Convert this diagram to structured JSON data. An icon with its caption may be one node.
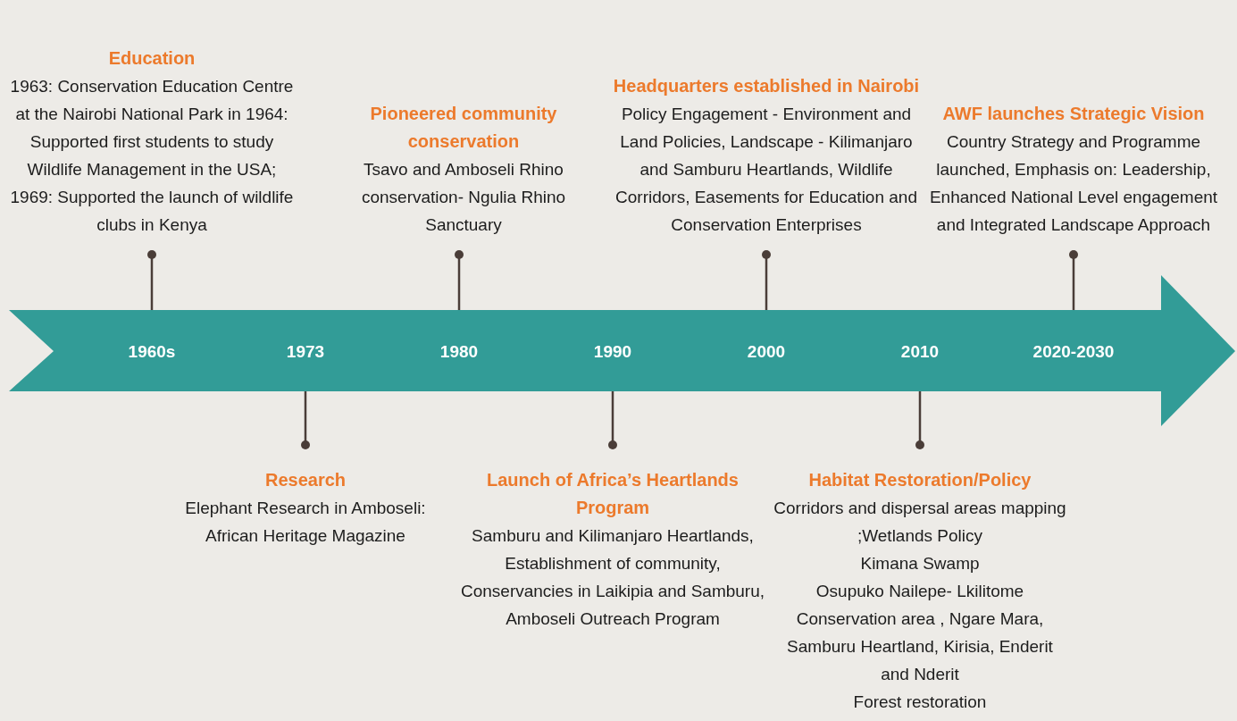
{
  "diagram": {
    "nodes": [
      {
        "text": [],
        "shape": "arrow"
      },
      {
        "text": [
          "1960s"
        ],
        "in": 0
      },
      {
        "text": [
          "1973"
        ],
        "in": 0
      },
      {
        "text": [
          "1980"
        ],
        "in": 0
      },
      {
        "text": [
          "1990"
        ],
        "in": 0
      },
      {
        "text": [
          "2000"
        ],
        "in": 0
      },
      {
        "text": [
          "2010"
        ],
        "in": 0
      },
      {
        "text": [
          "2020-2030"
        ],
        "in": 0
      },
      {
        "text": [
          "Education",
          "1963: Conservation Education Centre at the Nairobi National Park in 1964: Supported first students to study Wildlife Management in the USA;",
          "1969: Supported the launch of wildlife clubs in Kenya"
        ]
      },
      {
        "text": [
          "Research",
          "Elephant Research in Amboseli:",
          "African Heritage Magazine"
        ]
      },
      {
        "text": [
          "Pioneered community conservation",
          "Tsavo and Amboseli Rhino conservation- Ngulia Rhino Sanctuary"
        ]
      },
      {
        "text": [
          "Launch of Africa’s Heartlands Program",
          "Samburu and Kilimanjaro Heartlands, Establishment of community, Conservancies in Laikipia and Samburu, Amboseli Outreach Program"
        ]
      },
      {
        "text": [
          "Headquarters established in Nairobi",
          "Policy Engagement - Environment and Land Policies, Landscape - Kilimanjaro and Samburu Heartlands, Wildlife Corridors, Easements for Education and Conservation Enterprises"
        ]
      },
      {
        "text": [
          "Habitat Restoration/Policy",
          "Corridors and dispersal areas mapping ;Wetlands Policy",
          "Kimana Swamp",
          "Osupuko Nailepe- Lkilitome Conservation area , Ngare Mara, Samburu Heartland, Kirisia, Enderit and Nderit",
          "Forest restoration"
        ]
      },
      {
        "text": [
          "AWF launches Strategic Vision",
          "Country Strategy and Programme launched, Emphasis on: Leadership, Enhanced National Level engagement and Integrated Landscape Approach"
        ]
      }
    ],
    "edges": [
      {
        "from": 8,
        "to": 1,
        "arrow": "other"
      },
      {
        "from": 9,
        "to": 2,
        "arrow": "other"
      },
      {
        "from": 10,
        "to": 3,
        "arrow": "other"
      },
      {
        "from": 11,
        "to": 4,
        "arrow": "other"
      },
      {
        "from": 12,
        "to": 5,
        "arrow": "other"
      },
      {
        "from": 13,
        "to": 6,
        "arrow": "other"
      },
      {
        "from": 14,
        "to": 7,
        "arrow": "other"
      }
    ]
  }
}
